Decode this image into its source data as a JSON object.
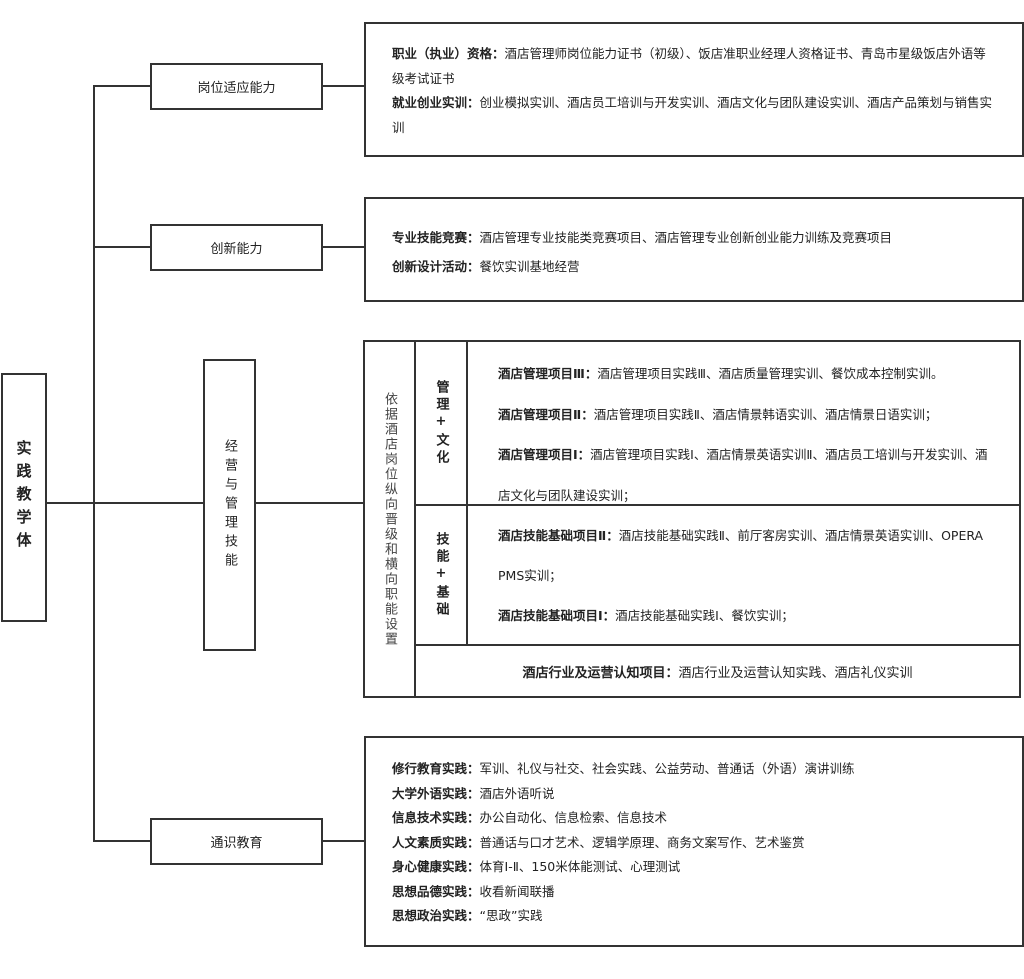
{
  "root": "实践教学体",
  "categories": [
    {
      "label": "岗位适应能力",
      "items": [
        {
          "key": "职业（执业）资格：",
          "value": "酒店管理师岗位能力证书（初级）、饭店准职业经理人资格证书、青岛市星级饭店外语等级考试证书"
        },
        {
          "key": "就业创业实训：",
          "value": "创业模拟实训、酒店员工培训与开发实训、酒店文化与团队建设实训、酒店产品策划与销售实训"
        }
      ]
    },
    {
      "label": "创新能力",
      "items": [
        {
          "key": "专业技能竞赛：",
          "value": "酒店管理专业技能类竞赛项目、酒店管理专业创新创业能力训练及竞赛项目"
        },
        {
          "key": "创新设计活动：",
          "value": "餐饮实训基地经营"
        }
      ]
    },
    {
      "label": "经营与管理技能",
      "basis": "依据酒店岗位纵向晋级和横向职能设置",
      "groups": [
        {
          "label": "管理+文化",
          "items": [
            {
              "key": "酒店管理项目Ⅲ：",
              "value": "酒店管理项目实践Ⅲ、酒店质量管理实训、餐饮成本控制实训。"
            },
            {
              "key": "酒店管理项目Ⅱ：",
              "value": "酒店管理项目实践Ⅱ、酒店情景韩语实训、酒店情景日语实训；"
            },
            {
              "key": "酒店管理项目Ⅰ：",
              "value": "酒店管理项目实践Ⅰ、酒店情景英语实训Ⅱ、酒店员工培训与开发实训、酒店文化与团队建设实训；"
            }
          ]
        },
        {
          "label": "技能+基础",
          "items": [
            {
              "key": "酒店技能基础项目Ⅱ：",
              "value": "酒店技能基础实践Ⅱ、前厅客房实训、酒店情景英语实训Ⅰ、OPERA PMS实训；"
            },
            {
              "key": "酒店技能基础项目Ⅰ：",
              "value": "酒店技能基础实践Ⅰ、餐饮实训；"
            }
          ]
        }
      ],
      "bottom": {
        "key": "酒店行业及运营认知项目：",
        "value": "酒店行业及运营认知实践、酒店礼仪实训"
      }
    },
    {
      "label": "通识教育",
      "items": [
        {
          "key": "修行教育实践：",
          "value": "军训、礼仪与社交、社会实践、公益劳动、普通话（外语）演讲训练"
        },
        {
          "key": "大学外语实践：",
          "value": "酒店外语听说"
        },
        {
          "key": "信息技术实践：",
          "value": "办公自动化、信息检索、信息技术"
        },
        {
          "key": "人文素质实践：",
          "value": "普通话与口才艺术、逻辑学原理、商务文案写作、艺术鉴赏"
        },
        {
          "key": "身心健康实践：",
          "value": "体育Ⅰ-Ⅱ、150米体能测试、心理测试"
        },
        {
          "key": "思想品德实践：",
          "value": "收看新闻联播"
        },
        {
          "key": "思想政治实践：",
          "value": "“思政”实践"
        }
      ]
    }
  ]
}
